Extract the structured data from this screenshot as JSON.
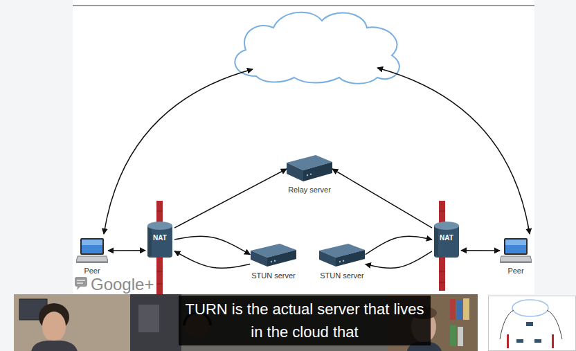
{
  "diagram": {
    "nodes": [
      {
        "text": [
          "Peer"
        ]
      },
      {
        "text": [
          "NAT"
        ]
      },
      {
        "text": [
          "STUN server"
        ]
      },
      {
        "text": [
          "Relay server"
        ]
      },
      {
        "text": [
          "STUN server"
        ]
      },
      {
        "text": [
          "NAT"
        ]
      },
      {
        "text": [
          "Peer"
        ]
      }
    ],
    "edges": [
      {
        "from": 0,
        "to": 1,
        "arrow": "both"
      },
      {
        "from": 1,
        "to": 3,
        "arrow": "to"
      },
      {
        "from": 1,
        "to": 2,
        "arrow": "to"
      },
      {
        "from": 2,
        "to": 1,
        "arrow": "to"
      },
      {
        "from": 5,
        "to": 3,
        "arrow": "to"
      },
      {
        "from": 4,
        "to": 5,
        "arrow": "to"
      },
      {
        "from": 5,
        "to": 4,
        "arrow": "to"
      },
      {
        "from": 5,
        "to": 6,
        "arrow": "both"
      }
    ],
    "labels": [
      "Google+",
      "TURN is the actual server that lives in the cloud that"
    ]
  }
}
